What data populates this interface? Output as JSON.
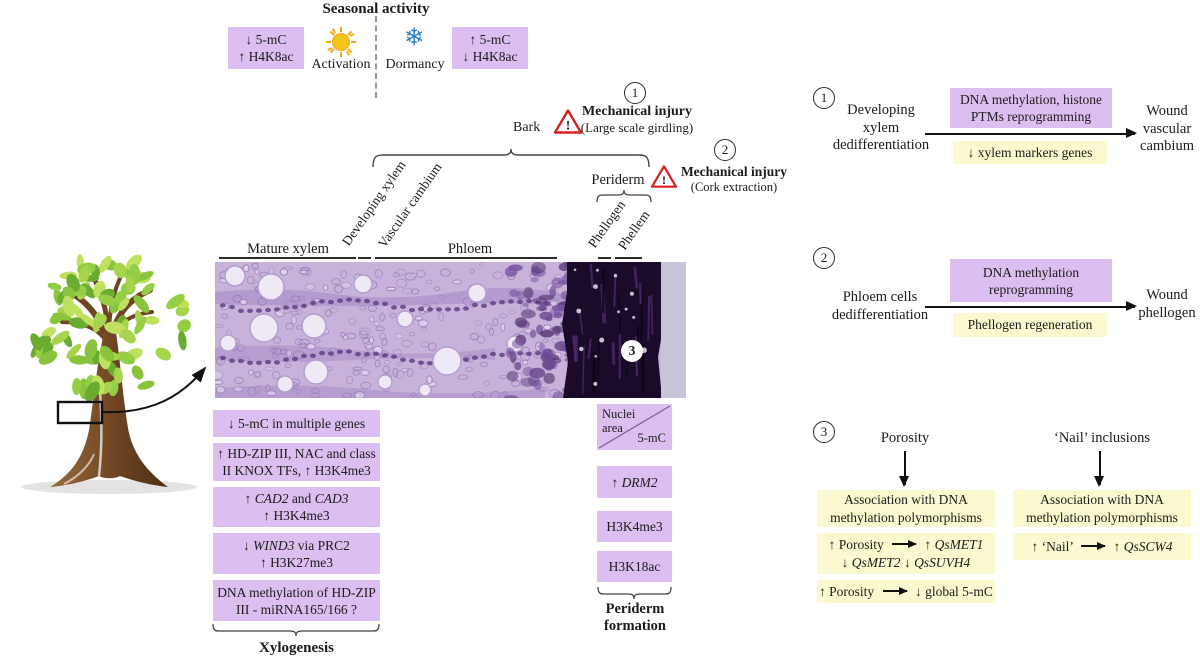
{
  "seasonal": {
    "title": "Seasonal activity",
    "left_box": {
      "line1": "↓ 5-mC",
      "line2": "↑ H4K8ac"
    },
    "activation": "Activation",
    "dormancy": "Dormancy",
    "right_box": {
      "line1": "↑ 5-mC",
      "line2": "↓ H4K8ac"
    }
  },
  "injury1": {
    "number": "1",
    "title": "Mechanical injury",
    "subtitle": "(Large scale girdling)",
    "bark": "Bark"
  },
  "injury2": {
    "number": "2",
    "title": "Mechanical injury",
    "subtitle": "(Cork extraction)"
  },
  "tissues": {
    "mature_xylem": "Mature xylem",
    "developing_xylem": "Developing xylem",
    "vascular_cambium": "Vascular cambium",
    "phloem": "Phloem",
    "periderm": "Periderm",
    "phellogen": "Phellogen",
    "phellem": "Phellem"
  },
  "micrograph": {
    "marker": "3"
  },
  "xylogenesis": {
    "box1": "↓ 5-mC in multiple genes",
    "box2": {
      "line1": "↑ HD-ZIP III, NAC and class",
      "line2": "II KNOX TFs, ↑ H3K4me3"
    },
    "box3": {
      "line1": [
        {
          "t": "↑ "
        },
        {
          "t": "CAD2",
          "i": 1
        },
        {
          "t": " and "
        },
        {
          "t": "CAD3",
          "i": 1
        }
      ],
      "line2": "↑ H3K4me3"
    },
    "box4": {
      "line1": [
        {
          "t": "↓ "
        },
        {
          "t": "WIND3",
          "i": 1
        },
        {
          "t": " via PRC2"
        }
      ],
      "line2": "↑ H3K27me3"
    },
    "box5": {
      "line1": "DNA methylation of HD-ZIP",
      "line2": "III - miRNA165/166 ?"
    },
    "label": "Xylogenesis"
  },
  "periderm_col": {
    "nuclei_box": {
      "top1": "Nuclei",
      "top2": "area",
      "bottom": "5-mC"
    },
    "box2": [
      {
        "t": "↑ "
      },
      {
        "t": "DRM2",
        "i": 1
      }
    ],
    "box3": "H3K4me3",
    "box4": "H3K18ac",
    "label1": "Periderm",
    "label2": "formation"
  },
  "flow1": {
    "number": "1",
    "left1": "Developing",
    "left2": "xylem",
    "left3": "dedifferentiation",
    "top_box1": "DNA methylation, histone",
    "top_box2": "PTMs reprogramming",
    "bottom_box": "↓ xylem markers genes",
    "right1": "Wound",
    "right2": "vascular",
    "right3": "cambium"
  },
  "flow2": {
    "number": "2",
    "left1": "Phloem cells",
    "left2": "dedifferentiation",
    "top_box1": "DNA methylation",
    "top_box2": "reprogramming",
    "bottom_box": "Phellogen regeneration",
    "right1": "Wound",
    "right2": "phellogen"
  },
  "flow3": {
    "number": "3",
    "porosity": {
      "title": "Porosity",
      "assoc1": "Association with DNA",
      "assoc2": "methylation polymorphisms",
      "genes_line1": [
        {
          "t": "↑ Porosity "
        },
        {
          "a": 1
        },
        {
          "t": " ↑ "
        },
        {
          "t": "QsMET1",
          "i": 1
        }
      ],
      "genes_line2": [
        {
          "t": "↓ "
        },
        {
          "t": "QsMET2",
          "i": 1
        },
        {
          "t": " ↓ "
        },
        {
          "t": "QsSUVH4",
          "i": 1
        }
      ],
      "global_line": [
        {
          "t": "↑ Porosity "
        },
        {
          "a": 1
        },
        {
          "t": " ↓ global 5-mC"
        }
      ]
    },
    "nail": {
      "title": "‘Nail’ inclusions",
      "assoc1": "Association with DNA",
      "assoc2": "methylation polymorphisms",
      "gene_line": [
        {
          "t": "↑ ‘Nail’ "
        },
        {
          "a": 1
        },
        {
          "t": " ↑ "
        },
        {
          "t": "QsSCW4",
          "i": 1
        }
      ]
    }
  },
  "icons": {
    "snowflake_glyph": "❄",
    "warning_glyph": "!"
  },
  "colors": {
    "purple_box": "#ddbef0",
    "yellow_box": "#fbf9cf",
    "warning_red": "#d81f1f",
    "sun_yellow": "#f6c51c",
    "snowflake_blue": "#2c7fc3"
  }
}
